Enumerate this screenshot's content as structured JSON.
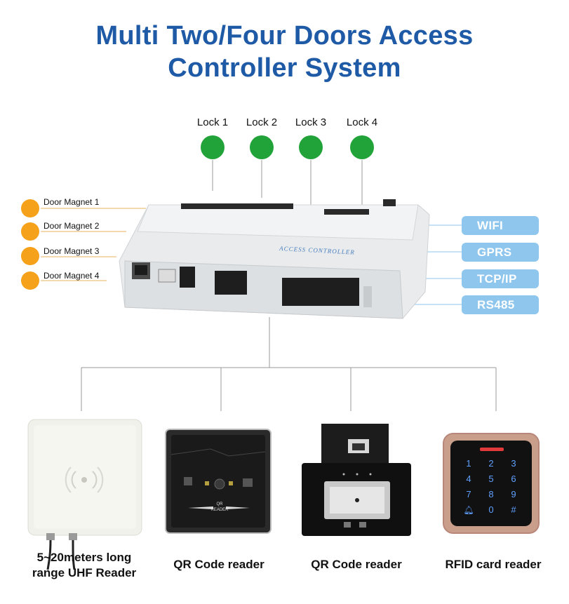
{
  "title": {
    "line1": "Multi Two/Four Doors Access",
    "line2": "Controller System"
  },
  "locks": [
    {
      "label": "Lock 1"
    },
    {
      "label": "Lock 2"
    },
    {
      "label": "Lock 3"
    },
    {
      "label": "Lock 4"
    }
  ],
  "magnets": [
    {
      "label": "Door Magnet 1"
    },
    {
      "label": "Door Magnet 2"
    },
    {
      "label": "Door Magnet 3"
    },
    {
      "label": "Door Magnet 4"
    }
  ],
  "interfaces": [
    {
      "label": "WIFI"
    },
    {
      "label": "GPRS"
    },
    {
      "label": "TCP/IP"
    },
    {
      "label": "RS485"
    }
  ],
  "controller": {
    "label": "ACCESS CONTROLLER"
  },
  "devices": [
    {
      "caption_line1": "5~20meters long",
      "caption_line2": "range UHF Reader"
    },
    {
      "caption_line1": "QR Code reader"
    },
    {
      "caption_line1": "QR Code reader"
    },
    {
      "caption_line1": "RFID card reader"
    }
  ],
  "devices_text": {
    "qr_reader_label": "QR",
    "qr_reader_label2": "READER"
  },
  "keypad": {
    "keys": [
      "1",
      "2",
      "3",
      "4",
      "5",
      "6",
      "7",
      "8",
      "9",
      "0",
      "#"
    ],
    "bell_icon": "bell-icon"
  },
  "colors": {
    "title": "#1f5aa6",
    "lock": "#22a33a",
    "magnet": "#f5a11a",
    "interface_pill": "#8ec6ee"
  }
}
